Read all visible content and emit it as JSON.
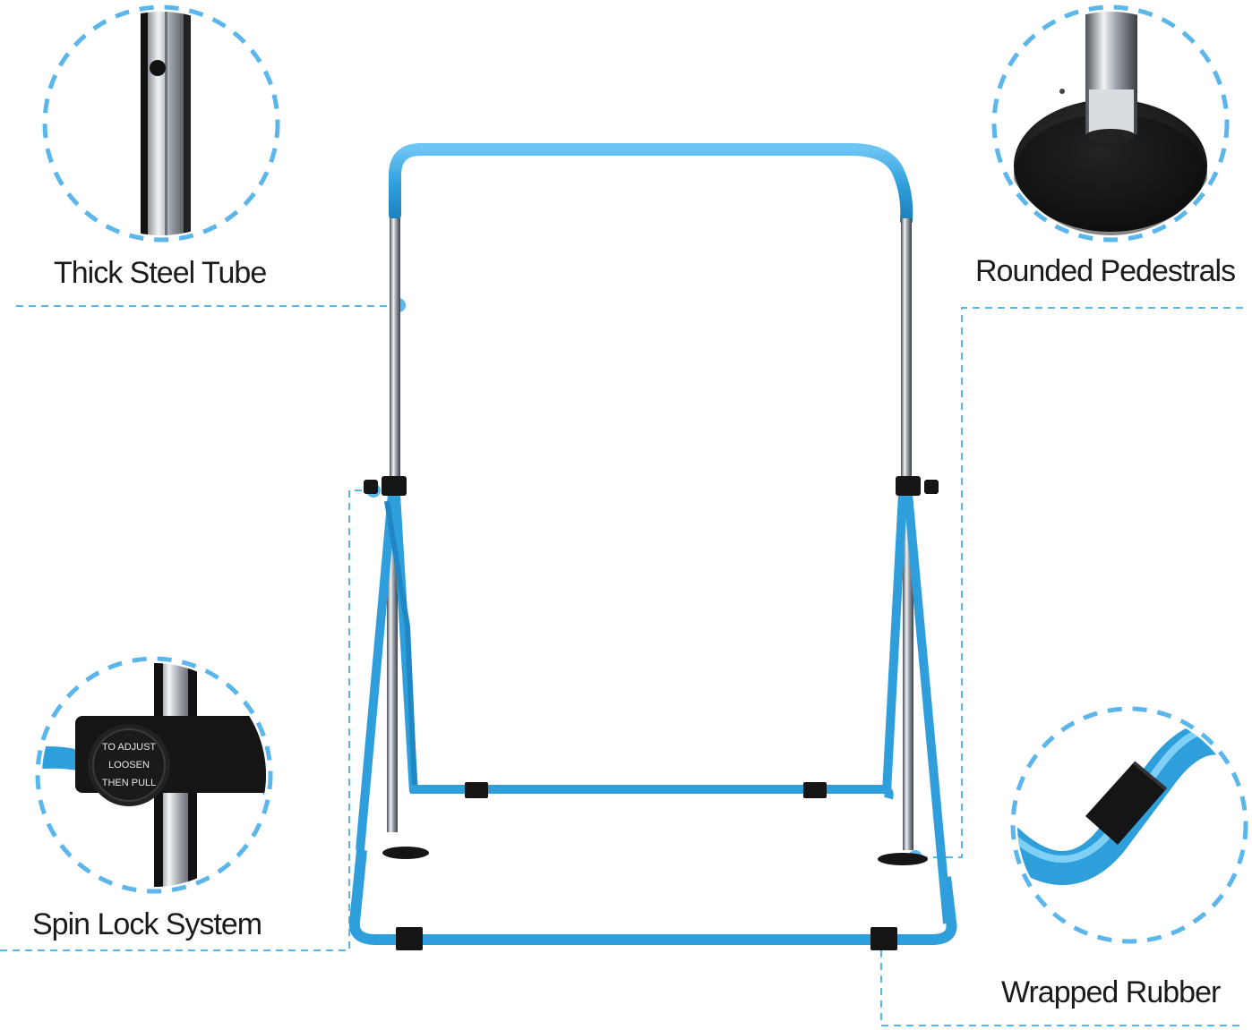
{
  "features": {
    "thick_steel_tube": "Thick Steel Tube",
    "rounded_pedestrals": "Rounded Pedestrals",
    "spin_lock_system": "Spin Lock System",
    "wrapped_rubber": "Wrapped Rubber"
  },
  "knob_text": {
    "line1": "TO ADJUST",
    "line2": "LOOSEN",
    "line3": "THEN PULL"
  },
  "colors": {
    "frame_blue": "#2f9fdc",
    "dashed_line": "#5bb6ec",
    "steel": "#c9ced3",
    "rubber": "#151515",
    "text": "#1b1b1b"
  }
}
